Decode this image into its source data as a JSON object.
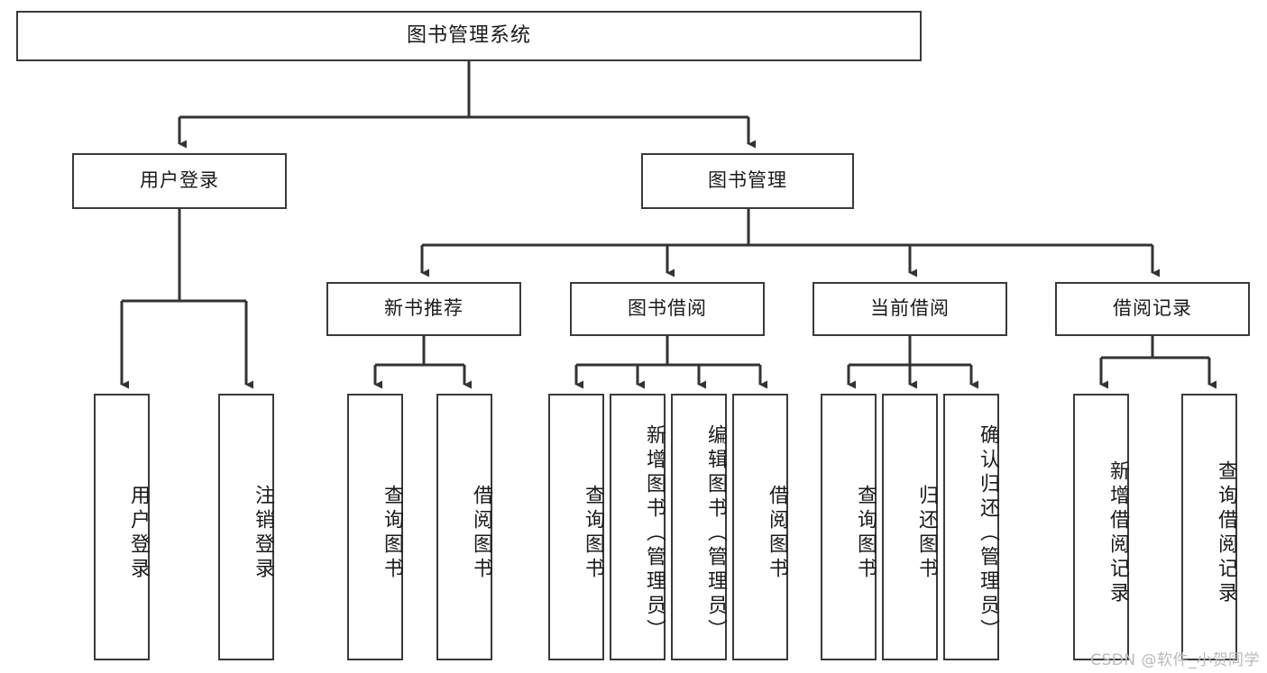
{
  "diagram": {
    "type": "tree",
    "title": "图书管理系统",
    "orientation": "top-down",
    "colors": {
      "box_border": "#3a3a3a",
      "box_fill": "#ffffff",
      "connector": "#333333",
      "text": "#1a1a1a",
      "watermark": "#b9b9b9",
      "background": "#ffffff"
    },
    "root": {
      "label": "图书管理系统"
    },
    "level2": [
      {
        "label": "用户登录"
      },
      {
        "label": "图书管理"
      }
    ],
    "level3": [
      {
        "label": "新书推荐"
      },
      {
        "label": "图书借阅"
      },
      {
        "label": "当前借阅"
      },
      {
        "label": "借阅记录"
      }
    ],
    "leaves": {
      "user_login": [
        {
          "label": "用户登录"
        },
        {
          "label": "注销登录"
        }
      ],
      "new_book_recommend": [
        {
          "label": "查询图书"
        },
        {
          "label": "借阅图书"
        }
      ],
      "book_borrow": [
        {
          "label": "查询图书"
        },
        {
          "label": "新增图书（管理员）"
        },
        {
          "label": "编辑图书（管理员）"
        },
        {
          "label": "借阅图书"
        }
      ],
      "current_borrow": [
        {
          "label": "查询图书"
        },
        {
          "label": "归还图书"
        },
        {
          "label": "确认归还（管理员）"
        }
      ],
      "borrow_record": [
        {
          "label": "新增借阅记录"
        },
        {
          "label": "查询借阅记录"
        }
      ]
    }
  },
  "watermark": {
    "text": "CSDN @软件_小贺同学"
  }
}
